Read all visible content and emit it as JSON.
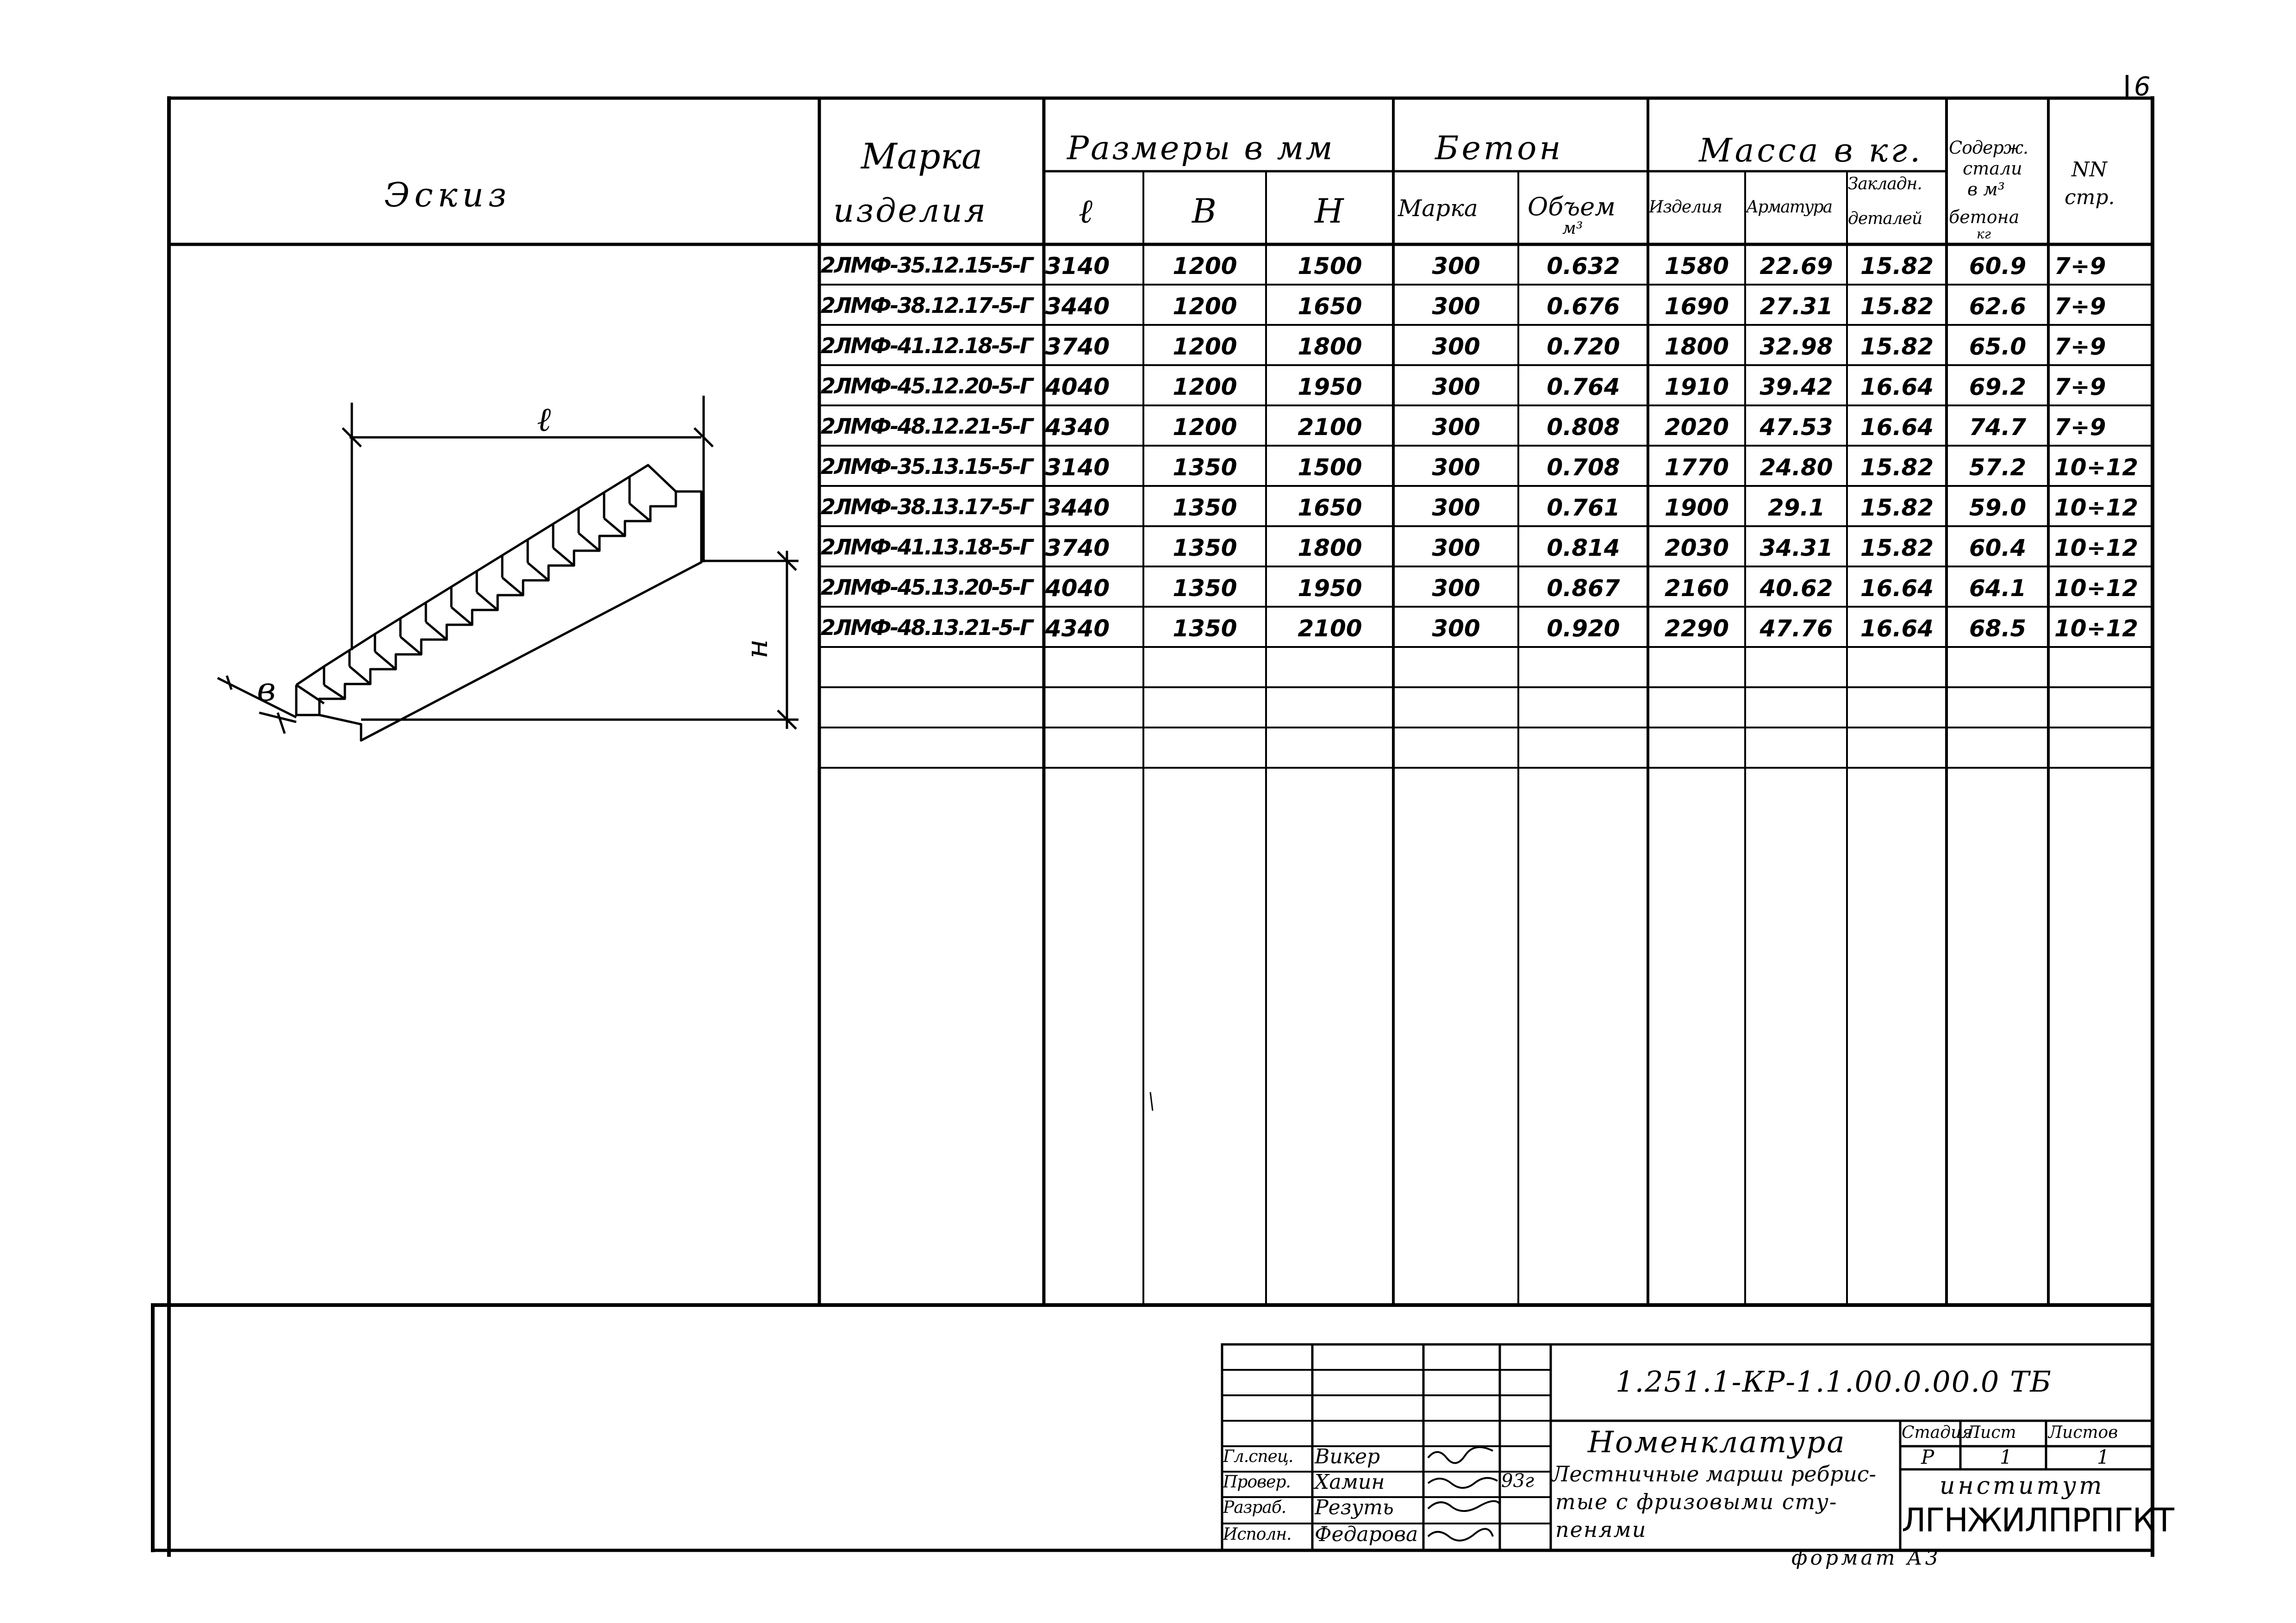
{
  "page_number": "6",
  "header": {
    "sketch": "Эскиз",
    "mark_line1": "Марка",
    "mark_line2": "изделия",
    "dimensions": "Размеры в мм",
    "dim_l": "ℓ",
    "dim_b": "В",
    "dim_h": "Н",
    "concrete": "Бетон",
    "concrete_grade": "Марка",
    "concrete_volume": "Объем",
    "concrete_volume_unit": "м³",
    "mass": "Масса в кг.",
    "mass_item": "Изделия",
    "mass_rebar": "Арматура",
    "mass_embedded_line1": "Закладн.",
    "mass_embedded_line2": "деталей",
    "steel_line1": "Содерж.",
    "steel_line2": "стали",
    "steel_line3": "в м³",
    "steel_line4": "бетона",
    "steel_line5": "кг",
    "pages_line1": "NN",
    "pages_line2": "стр."
  },
  "rows": [
    {
      "mark": "2ЛМФ-35.12.15-5-Г",
      "l": "3140",
      "b": "1200",
      "h": "1500",
      "grade": "300",
      "volume": "0.632",
      "item": "1580",
      "rebar": "22.69",
      "embedded": "15.82",
      "steel": "60.9",
      "pages": "7÷9"
    },
    {
      "mark": "2ЛМФ-38.12.17-5-Г",
      "l": "3440",
      "b": "1200",
      "h": "1650",
      "grade": "300",
      "volume": "0.676",
      "item": "1690",
      "rebar": "27.31",
      "embedded": "15.82",
      "steel": "62.6",
      "pages": "7÷9"
    },
    {
      "mark": "2ЛМФ-41.12.18-5-Г",
      "l": "3740",
      "b": "1200",
      "h": "1800",
      "grade": "300",
      "volume": "0.720",
      "item": "1800",
      "rebar": "32.98",
      "embedded": "15.82",
      "steel": "65.0",
      "pages": "7÷9"
    },
    {
      "mark": "2ЛМФ-45.12.20-5-Г",
      "l": "4040",
      "b": "1200",
      "h": "1950",
      "grade": "300",
      "volume": "0.764",
      "item": "1910",
      "rebar": "39.42",
      "embedded": "16.64",
      "steel": "69.2",
      "pages": "7÷9"
    },
    {
      "mark": "2ЛМФ-48.12.21-5-Г",
      "l": "4340",
      "b": "1200",
      "h": "2100",
      "grade": "300",
      "volume": "0.808",
      "item": "2020",
      "rebar": "47.53",
      "embedded": "16.64",
      "steel": "74.7",
      "pages": "7÷9"
    },
    {
      "mark": "2ЛМФ-35.13.15-5-Г",
      "l": "3140",
      "b": "1350",
      "h": "1500",
      "grade": "300",
      "volume": "0.708",
      "item": "1770",
      "rebar": "24.80",
      "embedded": "15.82",
      "steel": "57.2",
      "pages": "10÷12"
    },
    {
      "mark": "2ЛМФ-38.13.17-5-Г",
      "l": "3440",
      "b": "1350",
      "h": "1650",
      "grade": "300",
      "volume": "0.761",
      "item": "1900",
      "rebar": "29.1",
      "embedded": "15.82",
      "steel": "59.0",
      "pages": "10÷12"
    },
    {
      "mark": "2ЛМФ-41.13.18-5-Г",
      "l": "3740",
      "b": "1350",
      "h": "1800",
      "grade": "300",
      "volume": "0.814",
      "item": "2030",
      "rebar": "34.31",
      "embedded": "15.82",
      "steel": "60.4",
      "pages": "10÷12"
    },
    {
      "mark": "2ЛМФ-45.13.20-5-Г",
      "l": "4040",
      "b": "1350",
      "h": "1950",
      "grade": "300",
      "volume": "0.867",
      "item": "2160",
      "rebar": "40.62",
      "embedded": "16.64",
      "steel": "64.1",
      "pages": "10÷12"
    },
    {
      "mark": "2ЛМФ-48.13.21-5-Г",
      "l": "4340",
      "b": "1350",
      "h": "2100",
      "grade": "300",
      "volume": "0.920",
      "item": "2290",
      "rebar": "47.76",
      "embedded": "16.64",
      "steel": "68.5",
      "pages": "10÷12"
    }
  ],
  "sketch_labels": {
    "l": "ℓ",
    "b": "в",
    "h": "н"
  },
  "title_block": {
    "code": "1.251.1-КР-1.1.00.0.00.0 ТБ",
    "title": "Номенклатура",
    "desc_line1": "Лестничные марши ребрис-",
    "desc_line2": "тые с фризовыми сту-",
    "desc_line3": "пенями",
    "stage_label": "Стадия",
    "sheet_label": "Лист",
    "sheets_label": "Листов",
    "stage": "Р",
    "sheet": "1",
    "sheets": "1",
    "institute": "институт",
    "org": "ЛГНЖИЛПРПГКТ",
    "format": "формат А3",
    "date": "93г",
    "people": [
      {
        "role": "Гл.спец.",
        "name": "Викер"
      },
      {
        "role": "Провер.",
        "name": "Хамин"
      },
      {
        "role": "Разраб.",
        "name": "Резуть"
      },
      {
        "role": "Исполн.",
        "name": "Федарова"
      }
    ]
  }
}
